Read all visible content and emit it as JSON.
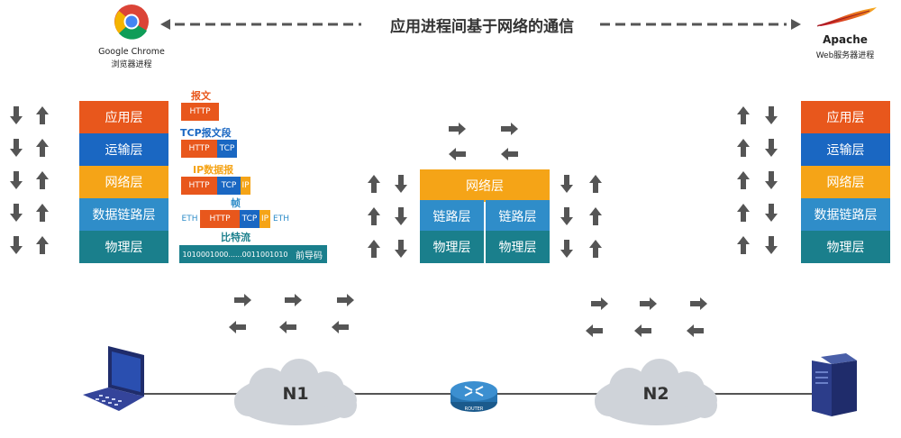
{
  "top": {
    "title": "应用进程间基于网络的通信",
    "left_app_name": "Google Chrome",
    "left_app_sub": "浏览器进程",
    "right_app_name": "Apache",
    "right_app_sub": "Web服务器进程"
  },
  "left_stack": [
    "应用层",
    "运输层",
    "网络层",
    "数据链路层",
    "物理层"
  ],
  "right_stack": [
    "应用层",
    "运输层",
    "网络层",
    "数据链路层",
    "物理层"
  ],
  "router_stack": {
    "network": "网络层",
    "link_left": "链路层",
    "link_right": "链路层",
    "phy_left": "物理层",
    "phy_right": "物理层"
  },
  "encap": {
    "msg_label": "报文",
    "http": "HTTP",
    "tcp_label": "TCP报文段",
    "tcp": "TCP",
    "ip_label": "IP数据报",
    "ip": "IP",
    "frame_label": "帧",
    "eth": "ETH",
    "bits_label": "比特流",
    "bits": "1010001000......0011001010",
    "preamble": "前导码"
  },
  "network": {
    "n1": "N1",
    "n2": "N2",
    "router_label": "ROUTER"
  },
  "colors": {
    "application": "#e8571c",
    "transport": "#1a67c2",
    "network": "#f5a417",
    "link": "#2f8dc9",
    "physical": "#1a7f8c"
  }
}
